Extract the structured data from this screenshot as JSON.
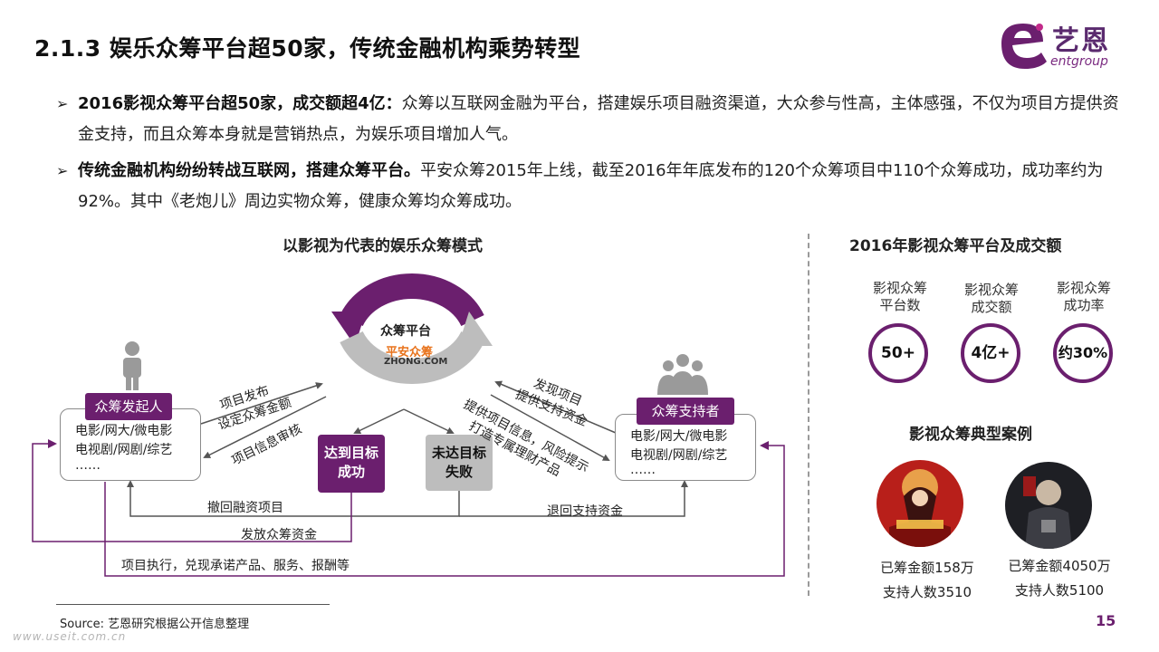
{
  "header": {
    "title": "2.1.3 娱乐众筹平台超50家，传统金融机构乘势转型",
    "logo_cn": "艺恩",
    "logo_en": "entgroup"
  },
  "bullets": [
    {
      "bold": "2016影视众筹平台超50家，成交额超4亿：",
      "text": "众筹以互联网金融为平台，搭建娱乐项目融资渠道，大众参与性高，主体感强，不仅为项目方提供资金支持，而且众筹本身就是营销热点，为娱乐项目增加人气。"
    },
    {
      "bold": "传统金融机构纷纷转战互联网，搭建众筹平台。",
      "text": "平安众筹2015年上线，截至2016年年底发布的120个众筹项目中110个众筹成功，成功率约为92%。其中《老炮儿》周边实物众筹，健康众筹均众筹成功。"
    }
  ],
  "diagram": {
    "title": "以影视为代表的娱乐众筹模式",
    "platform_label": "众筹平台",
    "platform_brand": "平安众筹",
    "platform_url": "ZHONG.COM",
    "initiator_tag": "众筹发起人",
    "initiator_content": [
      "电影/网大/微电影",
      "电视剧/网剧/综艺",
      "……"
    ],
    "supporter_tag": "众筹支持者",
    "supporter_content": [
      "电影/网大/微电影",
      "电视剧/网剧/综艺",
      "……"
    ],
    "success_label": [
      "达到目标",
      "成功"
    ],
    "fail_label": [
      "未达目标",
      "失败"
    ],
    "arrow_labels": {
      "publish": [
        "项目发布",
        "设定众筹金额"
      ],
      "review": "项目信息审核",
      "discover": [
        "发现项目",
        "提供支持资金"
      ],
      "provide": [
        "提供项目信息，风险提示",
        "打造专属理财产品"
      ],
      "withdraw": "撤回融资项目",
      "refund": "退回支持资金",
      "release": "发放众筹资金",
      "execute": "项目执行，兑现承诺产品、服务、报酬等"
    },
    "colors": {
      "purple": "#6b1f6e",
      "gray_dark": "#555555",
      "gray_light": "#bdbdbd"
    }
  },
  "stats": {
    "title": "2016年影视众筹平台及成交额",
    "items": [
      {
        "label": [
          "影视众筹",
          "平台数"
        ],
        "value": "50+"
      },
      {
        "label": [
          "影视众筹",
          "成交额"
        ],
        "value": "4亿+"
      },
      {
        "label": [
          "影视众筹",
          "成功率"
        ],
        "value": "约30%"
      }
    ]
  },
  "cases": {
    "title": "影视众筹典型案例",
    "items": [
      {
        "amount": "已筹金额158万",
        "supporters": "支持人数3510",
        "icon": "poster-big-fish"
      },
      {
        "amount": "已筹金额4050万",
        "supporters": "支持人数5100",
        "icon": "poster-drama"
      }
    ]
  },
  "footer": {
    "source": "Source: 艺恩研究根据公开信息整理",
    "page": "15",
    "watermark": "www.useit.com.cn"
  }
}
